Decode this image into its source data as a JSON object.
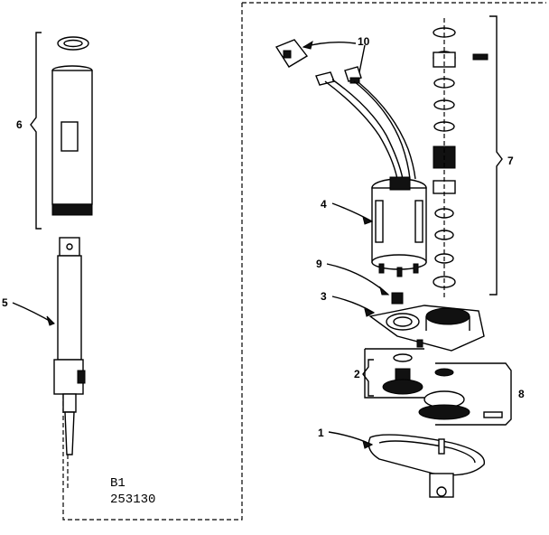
{
  "labels": {
    "l1": "1",
    "l2": "2",
    "l3": "3",
    "l4": "4",
    "l5": "5",
    "l6": "6",
    "l7": "7",
    "l8": "8",
    "l9": "9",
    "l10": "10"
  },
  "footer": {
    "line1": "B1",
    "line2": "253130"
  },
  "colors": {
    "ink": "#000000",
    "paper": "#ffffff"
  }
}
